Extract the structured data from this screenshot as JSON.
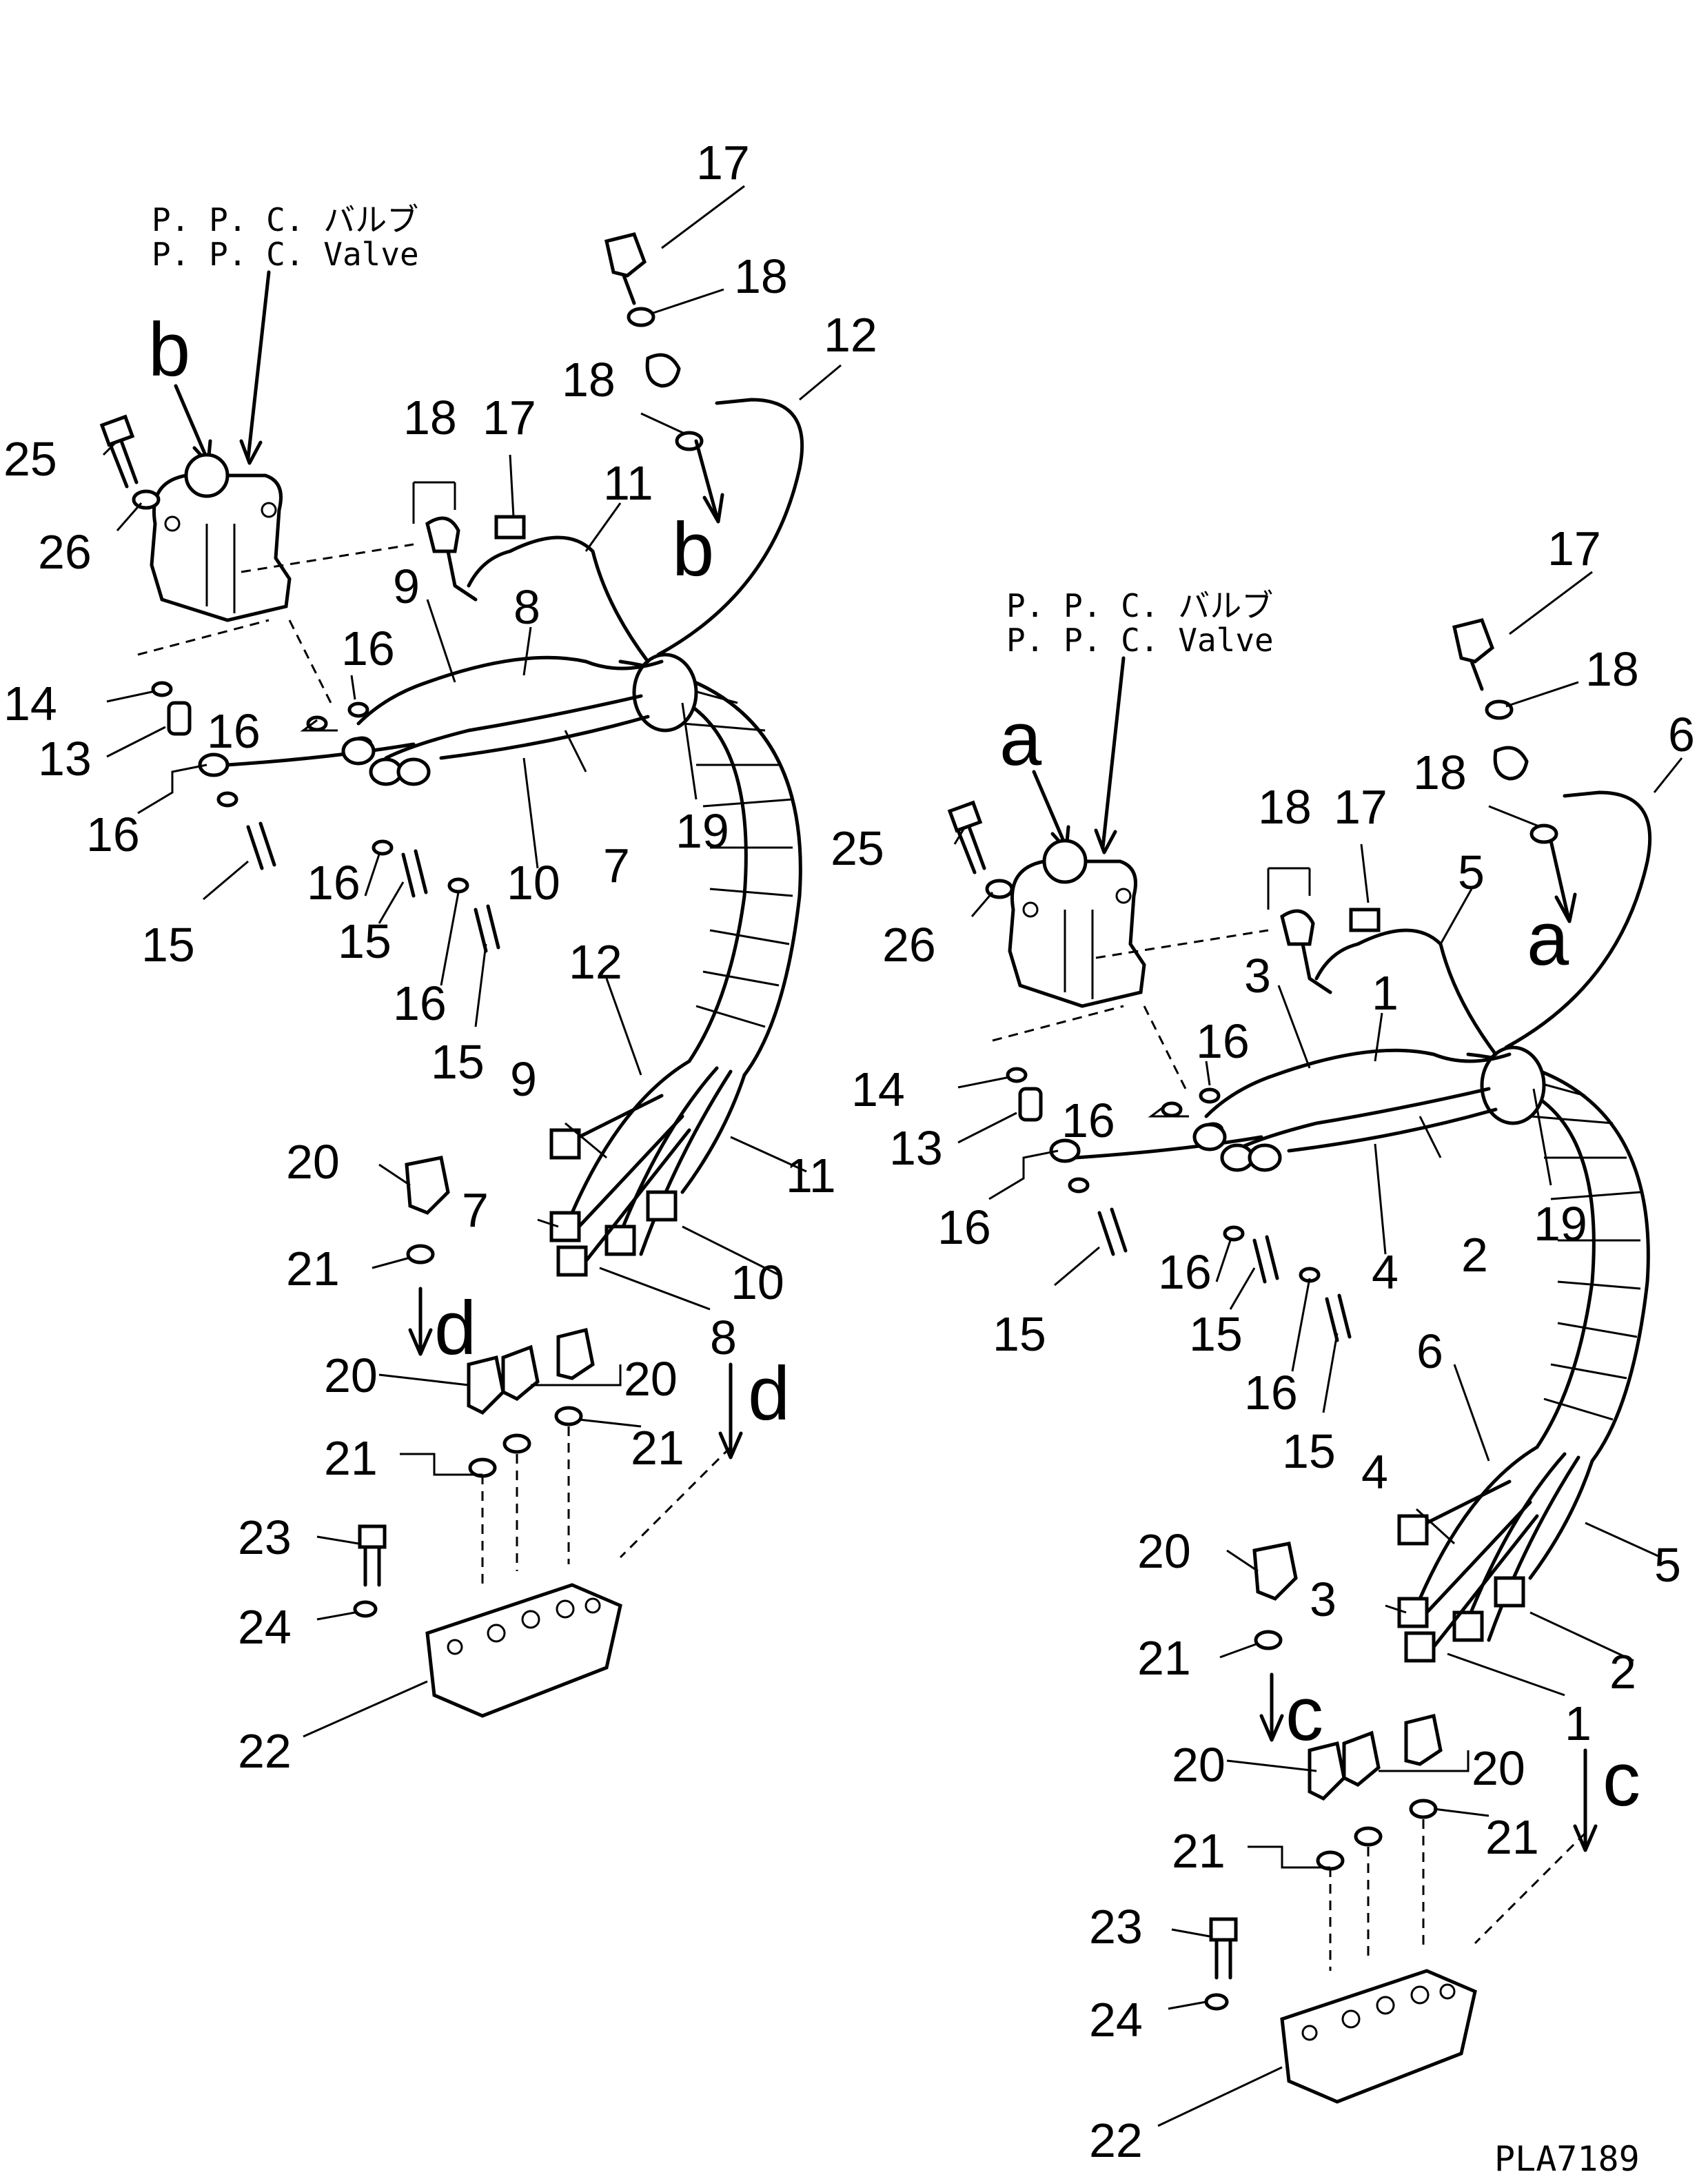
{
  "drawing_code": "PLA7189",
  "valve_label_jp": "P. P. C. バルブ",
  "valve_label_en": "P. P. C.  Valve",
  "view_letters": {
    "a": "a",
    "b": "b",
    "c": "c",
    "d": "d"
  },
  "callouts": {
    "n1": "1",
    "n2": "2",
    "n3": "3",
    "n4": "4",
    "n5": "5",
    "n6": "6",
    "n7": "7",
    "n8": "8",
    "n9": "9",
    "n10": "10",
    "n11": "11",
    "n12": "12",
    "n13": "13",
    "n14": "14",
    "n15": "15",
    "n16": "16",
    "n17": "17",
    "n18": "18",
    "n19": "19",
    "n20": "20",
    "n21": "21",
    "n22": "22",
    "n23": "23",
    "n24": "24",
    "n25": "25",
    "n26": "26"
  }
}
